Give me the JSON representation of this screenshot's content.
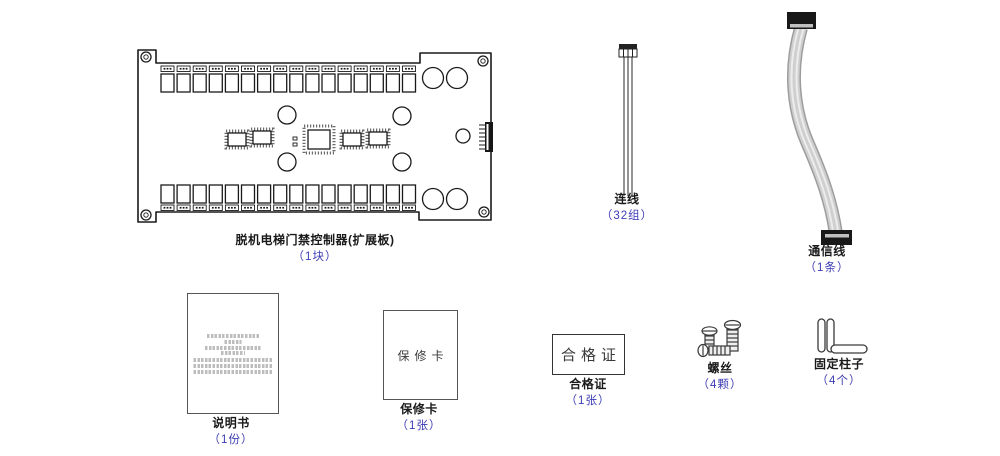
{
  "colors": {
    "line": "#1a1a1a",
    "quantity_text": "#3c3cb4",
    "cable_gray": "#c9c9c9"
  },
  "items": {
    "board": {
      "name": "脱机电梯门禁控制器(扩展板)",
      "quantity": "（1块）"
    },
    "wire": {
      "name": "连线",
      "quantity": "（32组）"
    },
    "comm_cable": {
      "name": "通信线",
      "quantity": "（1条）"
    },
    "manual": {
      "name": "说明书",
      "quantity": "（1份）"
    },
    "warranty": {
      "name": "保修卡",
      "quantity": "（1张）",
      "card_text": "保修卡"
    },
    "certificate": {
      "name": "合格证",
      "quantity": "（1张）",
      "card_text": "合格证"
    },
    "screws": {
      "name": "螺丝",
      "quantity": "（4颗）"
    },
    "posts": {
      "name": "固定柱子",
      "quantity": "（4个）"
    }
  }
}
